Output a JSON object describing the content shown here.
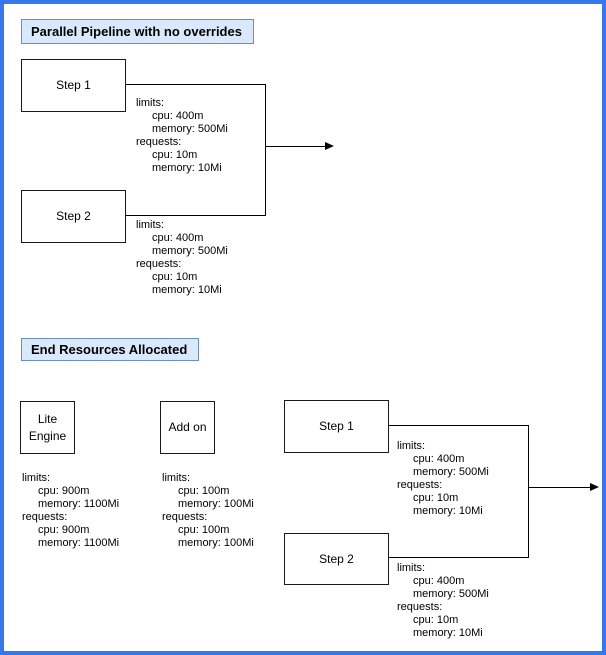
{
  "colors": {
    "frame_border": "#3478f0",
    "header_fill": "#dae8fc",
    "header_border": "#6c8ebf",
    "shape_border": "#1a1a1a",
    "line": "#000000",
    "background": "#ffffff",
    "text": "#000000"
  },
  "sections": {
    "parallel": {
      "title": "Parallel Pipeline with no overrides",
      "steps": [
        {
          "label": "Step 1",
          "resources": [
            "limits:",
            "cpu: 400m",
            "memory: 500Mi",
            "requests:",
            "cpu: 10m",
            "memory: 10Mi"
          ]
        },
        {
          "label": "Step 2",
          "resources": [
            "limits:",
            "cpu: 400m",
            "memory: 500Mi",
            "requests:",
            "cpu: 10m",
            "memory: 10Mi"
          ]
        }
      ]
    },
    "end": {
      "title": "End Resources Allocated",
      "nodes": [
        {
          "label_lines": [
            "Lite",
            "Engine"
          ],
          "resources": [
            "limits:",
            "cpu: 900m",
            "memory: 1100Mi",
            "requests:",
            "cpu: 900m",
            "memory: 1100Mi"
          ]
        },
        {
          "label": "Add on",
          "resources": [
            "limits:",
            "cpu: 100m",
            "memory: 100Mi",
            "requests:",
            "cpu: 100m",
            "memory: 100Mi"
          ]
        },
        {
          "label": "Step 1",
          "resources": [
            "limits:",
            "cpu: 400m",
            "memory: 500Mi",
            "requests:",
            "cpu: 10m",
            "memory: 10Mi"
          ]
        },
        {
          "label": "Step 2",
          "resources": [
            "limits:",
            "cpu: 400m",
            "memory: 500Mi",
            "requests:",
            "cpu: 10m",
            "memory: 10Mi"
          ]
        }
      ]
    }
  }
}
